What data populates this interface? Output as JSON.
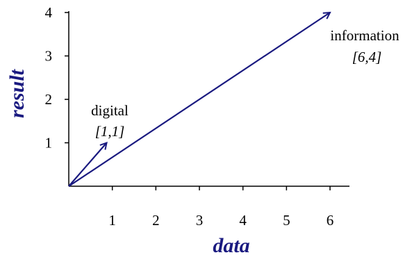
{
  "chart_data": {
    "type": "line",
    "title": "",
    "xlabel": "data",
    "ylabel": "result",
    "xlim": [
      0,
      6.4
    ],
    "ylim": [
      0,
      4
    ],
    "xticks": [
      1,
      2,
      3,
      4,
      5,
      6
    ],
    "yticks": [
      1,
      2,
      3,
      4
    ],
    "grid": false,
    "colors": {
      "vector": "#1a1a80",
      "axis_title": "#1a1a80",
      "axis": "#000000"
    },
    "series": [
      {
        "name": "digital",
        "coord_label": "[1,1]",
        "x": [
          0,
          0.87
        ],
        "y": [
          0,
          1.0
        ]
      },
      {
        "name": "information",
        "coord_label": "[6,4]",
        "x": [
          0,
          6.0
        ],
        "y": [
          0,
          4.0
        ]
      }
    ]
  }
}
